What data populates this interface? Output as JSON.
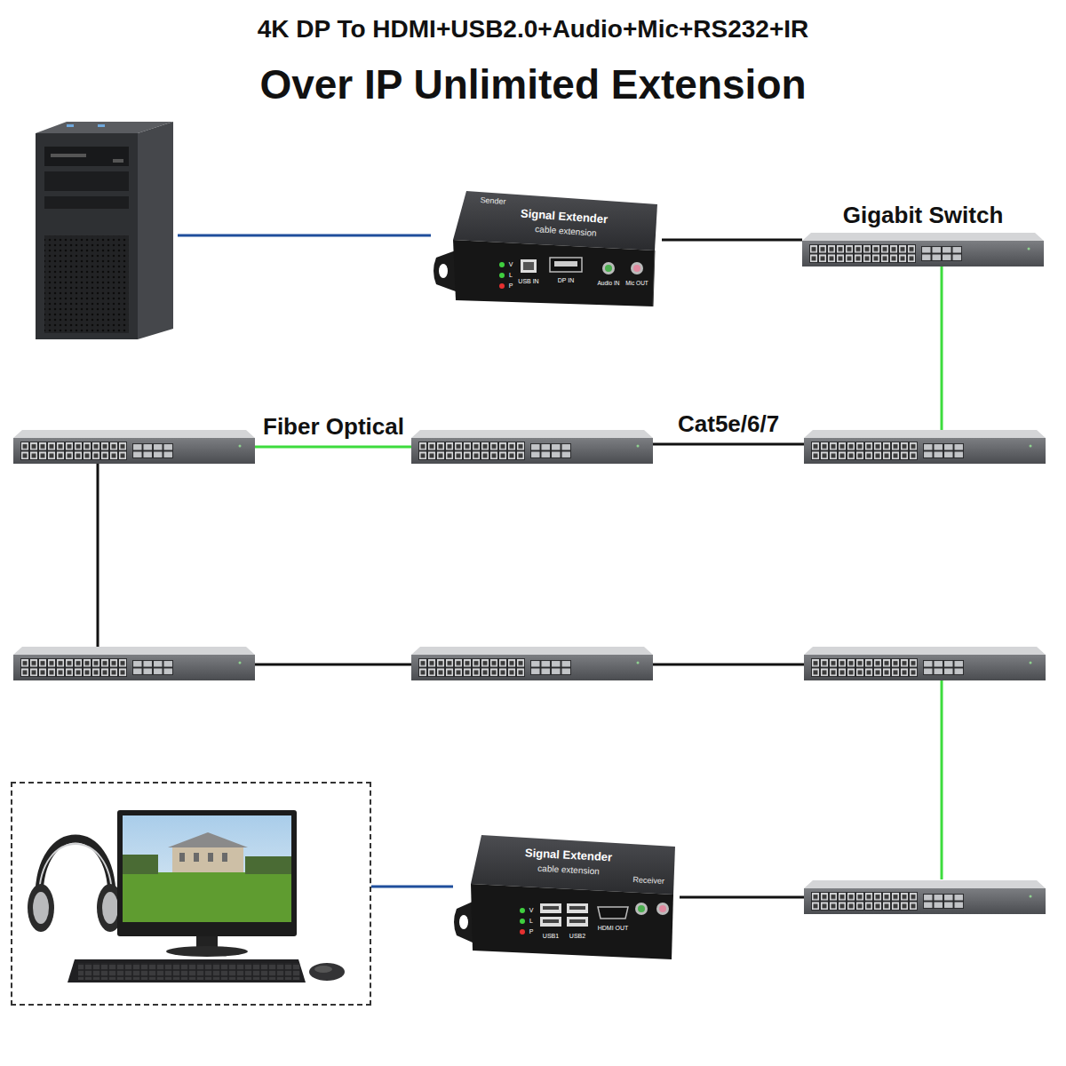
{
  "diagram": {
    "title": "Over IP Unlimited Extension",
    "nodes": [
      {
        "text": []
      },
      {
        "text": [
          "Sender",
          "Signal Extender",
          "cable extension",
          "V",
          "L",
          "P",
          "USB IN",
          "DP IN",
          "Audio IN",
          "Mic OUT"
        ]
      },
      {
        "text": [
          "Gigabit Switch"
        ]
      },
      {
        "text": []
      },
      {
        "text": []
      },
      {
        "text": []
      },
      {
        "text": []
      },
      {
        "text": []
      },
      {
        "text": []
      },
      {
        "text": []
      },
      {
        "text": [
          "Signal Extender",
          "cable extension",
          "Receiver",
          "V",
          "L",
          "P",
          "USB1",
          "USB2",
          "HDMI OUT"
        ]
      },
      {
        "text": []
      }
    ],
    "edges": [
      {
        "from": 0,
        "to": 1,
        "arrow": "none"
      },
      {
        "from": 1,
        "to": 2,
        "arrow": "none"
      },
      {
        "from": 2,
        "to": 5,
        "arrow": "none"
      },
      {
        "from": 5,
        "to": 4,
        "label": "Cat5e/6/7",
        "arrow": "none"
      },
      {
        "from": 4,
        "to": 3,
        "label": "Fiber Optical",
        "arrow": "none"
      },
      {
        "from": 3,
        "to": 6,
        "arrow": "none"
      },
      {
        "from": 6,
        "to": 7,
        "arrow": "none"
      },
      {
        "from": 7,
        "to": 8,
        "arrow": "none"
      },
      {
        "from": 8,
        "to": 11,
        "arrow": "none"
      },
      {
        "from": 11,
        "to": 10,
        "arrow": "none"
      },
      {
        "from": 10,
        "to": 9,
        "arrow": "none"
      }
    ],
    "labels": [
      "4K DP To HDMI+USB2.0+Audio+Mic+RS232+IR"
    ]
  }
}
